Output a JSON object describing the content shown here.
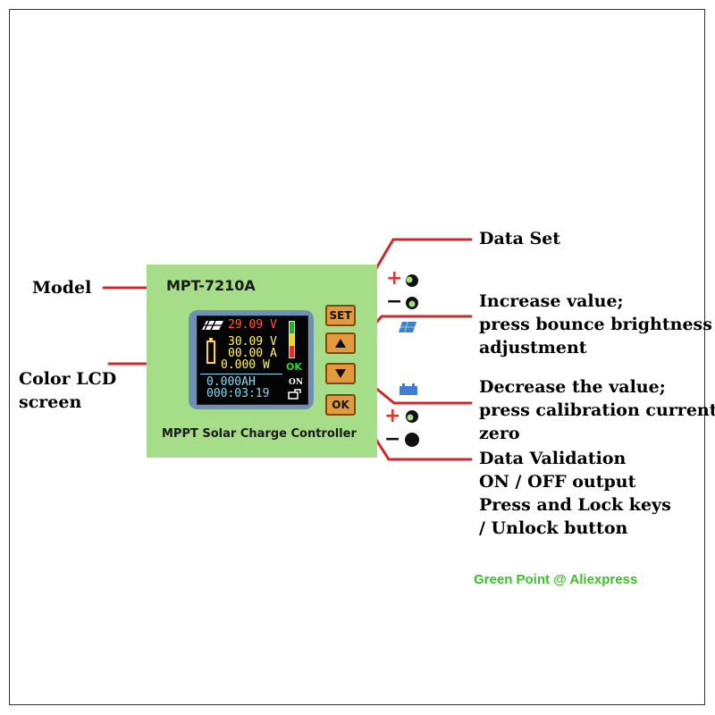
{
  "device": {
    "model": "MPT-7210A",
    "footer": "MPPT Solar Charge Controller",
    "lcd": {
      "solar_voltage": "29.09 V",
      "battery_voltage": "30.09 V",
      "current": "00.00 A",
      "power": "0.000 W",
      "energy": "0.000AH",
      "time": "000:03:19",
      "ok": "OK",
      "on": "ON"
    },
    "buttons": {
      "set": "SET",
      "ok": "OK"
    }
  },
  "annotations": {
    "model": "Model",
    "lcd_1": "Color LCD",
    "lcd_2": "screen",
    "data_set": "Data Set",
    "increase_1": "Increase value;",
    "increase_2": "press bounce brightness",
    "increase_3": "adjustment",
    "decrease_1": "Decrease the value;",
    "decrease_2": "press calibration current",
    "decrease_3": "zero",
    "ok_1": "Data Validation",
    "ok_2": "ON / OFF output",
    "ok_3": "Press and Lock keys",
    "ok_4": "/ Unlock button"
  },
  "terminals": {
    "plus": "+",
    "minus": "−"
  },
  "credit": "Green Point @ Aliexpress",
  "colors": {
    "panel": "#a6dd88",
    "leader": "#cc2a2a",
    "button": "#e39a3c",
    "credit": "#3cbf2c"
  }
}
